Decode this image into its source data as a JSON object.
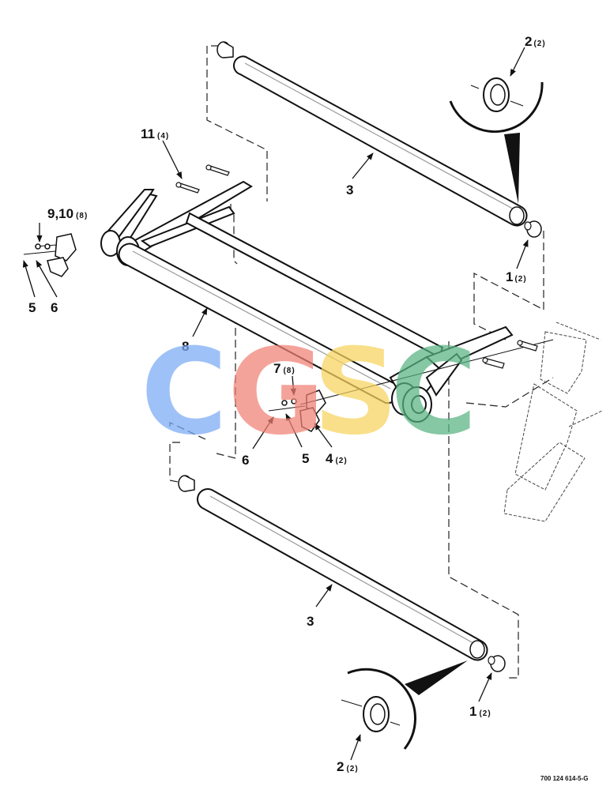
{
  "drawing_code": "700 124 614-5-G",
  "watermark": {
    "letters": [
      "C",
      "G",
      "S",
      "C"
    ],
    "colors": [
      "#7aaaf4",
      "#f08074",
      "#f8d45c",
      "#58b482"
    ]
  },
  "callouts": {
    "c1": {
      "num": "2",
      "qty": "(2)"
    },
    "c2": {
      "num": "3",
      "qty": ""
    },
    "c3": {
      "num": "11",
      "qty": "(4)"
    },
    "c4": {
      "num": "9,10",
      "qty": "(8)"
    },
    "c5": {
      "num": "1",
      "qty": "(2)"
    },
    "c6": {
      "num": "5",
      "qty": ""
    },
    "c7": {
      "num": "6",
      "qty": ""
    },
    "c8": {
      "num": "8",
      "qty": ""
    },
    "c9": {
      "num": "7",
      "qty": "(8)"
    },
    "c10": {
      "num": "6",
      "qty": ""
    },
    "c11": {
      "num": "5",
      "qty": ""
    },
    "c12": {
      "num": "4",
      "qty": "(2)"
    },
    "c13": {
      "num": "3",
      "qty": ""
    },
    "c14": {
      "num": "1",
      "qty": "(2)"
    },
    "c15": {
      "num": "2",
      "qty": "(2)"
    }
  }
}
